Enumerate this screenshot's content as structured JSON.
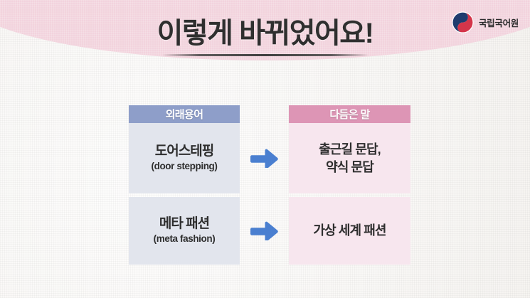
{
  "slide": {
    "title": "이렇게 바뀌었어요!",
    "background_color": "#f6f4f1",
    "band_color": "#f2d3dd"
  },
  "logo": {
    "organization": "국립국어원",
    "mark": "taegeuk-icon",
    "mark_blue": "#1f3c6e",
    "mark_red": "#d4354a"
  },
  "table": {
    "headers": {
      "left": "외래용어",
      "right": "다듬은 말",
      "left_color": "#8e9ec9",
      "right_color": "#dd95b5"
    },
    "arrow_color": "#4a7fd0",
    "rows": [
      {
        "term_ko": "도어스테핑",
        "term_en": "(door stepping)",
        "arrow": "arrow-right-icon",
        "refined_lines": [
          "출근길 문답,",
          "약식 문답"
        ]
      },
      {
        "term_ko": "메타 패션",
        "term_en": "(meta fashion)",
        "arrow": "arrow-right-icon",
        "refined_lines": [
          "가상 세계 패션"
        ]
      }
    ]
  }
}
